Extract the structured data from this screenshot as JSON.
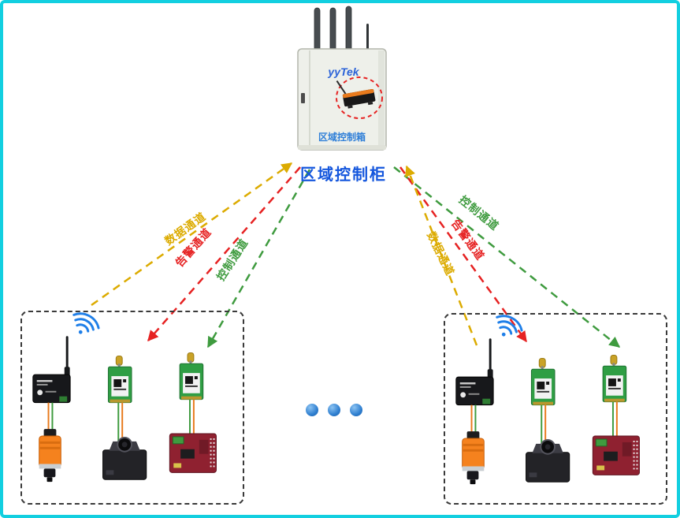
{
  "title": "区域控制柜",
  "cabinet": {
    "brand": "yyTek",
    "label": "区域控制箱",
    "brand_color": "#2a62d8",
    "label_color": "#2f7fd8"
  },
  "channels": {
    "left": [
      {
        "label": "数据通道",
        "color": "#dcab00",
        "direction": "devices-to-cabinet"
      },
      {
        "label": "告警通道",
        "color": "#e62222",
        "direction": "cabinet-to-devices"
      },
      {
        "label": "控制通道",
        "color": "#3f9b3f",
        "direction": "cabinet-to-devices"
      }
    ],
    "right": [
      {
        "label": "控制通道",
        "color": "#3f9b3f",
        "direction": "cabinet-to-devices"
      },
      {
        "label": "告警通道",
        "color": "#e62222",
        "direction": "cabinet-to-devices"
      },
      {
        "label": "数据通道",
        "color": "#dcab00",
        "direction": "devices-to-cabinet"
      }
    ]
  },
  "device_groups": {
    "count": 2,
    "devices": [
      "wireless-sensor-node",
      "rf-module-with-camera",
      "rf-module-with-controller-board"
    ]
  },
  "more_groups_indicator": {
    "dot_count": 3,
    "color": "#2f7fd0"
  },
  "icons": {
    "wifi": "wifi-icon",
    "antenna": "antenna-icon",
    "ellipsis": "more-groups-dots"
  },
  "colors": {
    "frame": "#12cfe0",
    "title": "#1456dd",
    "wifi": "#1f7fe8"
  }
}
